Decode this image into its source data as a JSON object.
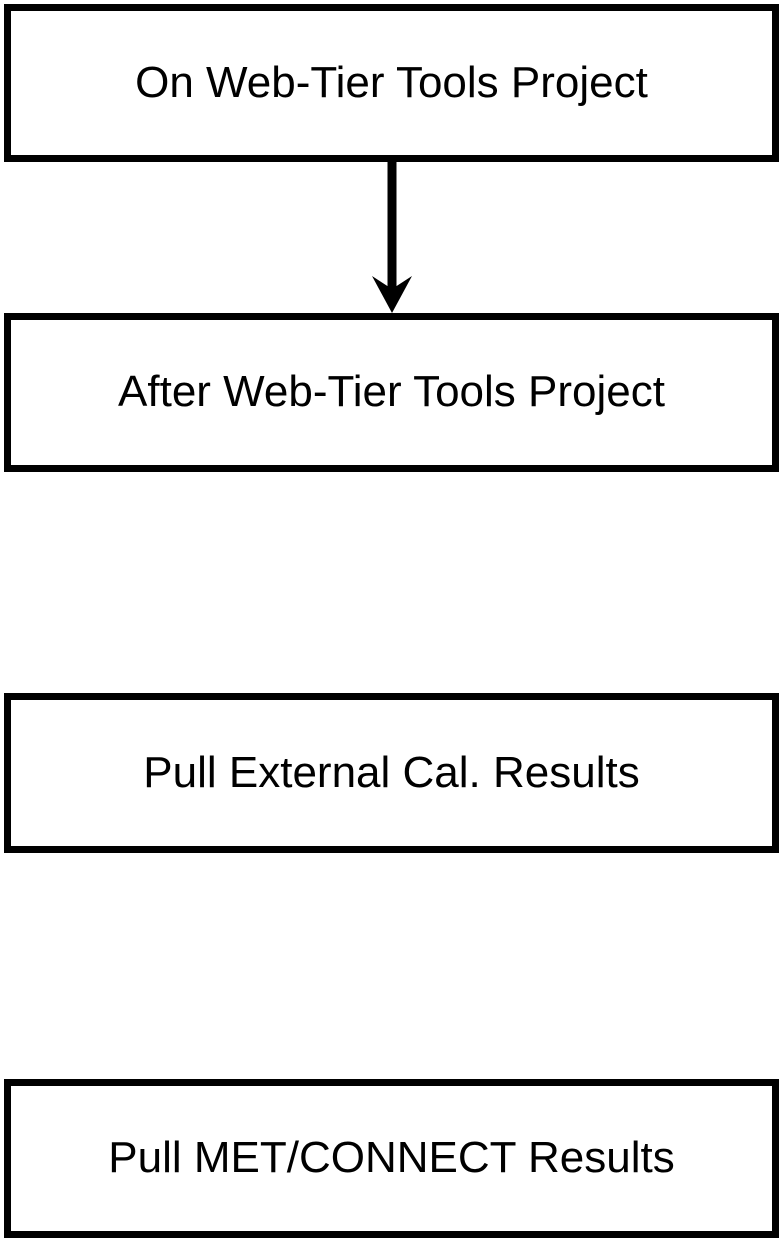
{
  "diagram": {
    "type": "flowchart",
    "background_color": "#ffffff",
    "node_fill_color": "#ffffff",
    "node_border_color": "#000000",
    "text_color": "#000000",
    "nodes": [
      {
        "id": "node-1",
        "label": "On Web-Tier Tools Project"
      },
      {
        "id": "node-2",
        "label": "After Web-Tier Tools Project"
      },
      {
        "id": "node-3",
        "label": "Pull External Cal. Results"
      },
      {
        "id": "node-4",
        "label": "Pull MET/CONNECT Results"
      }
    ],
    "edges": [
      {
        "from": "node-1",
        "to": "node-2",
        "style": "arrow-down"
      }
    ]
  }
}
